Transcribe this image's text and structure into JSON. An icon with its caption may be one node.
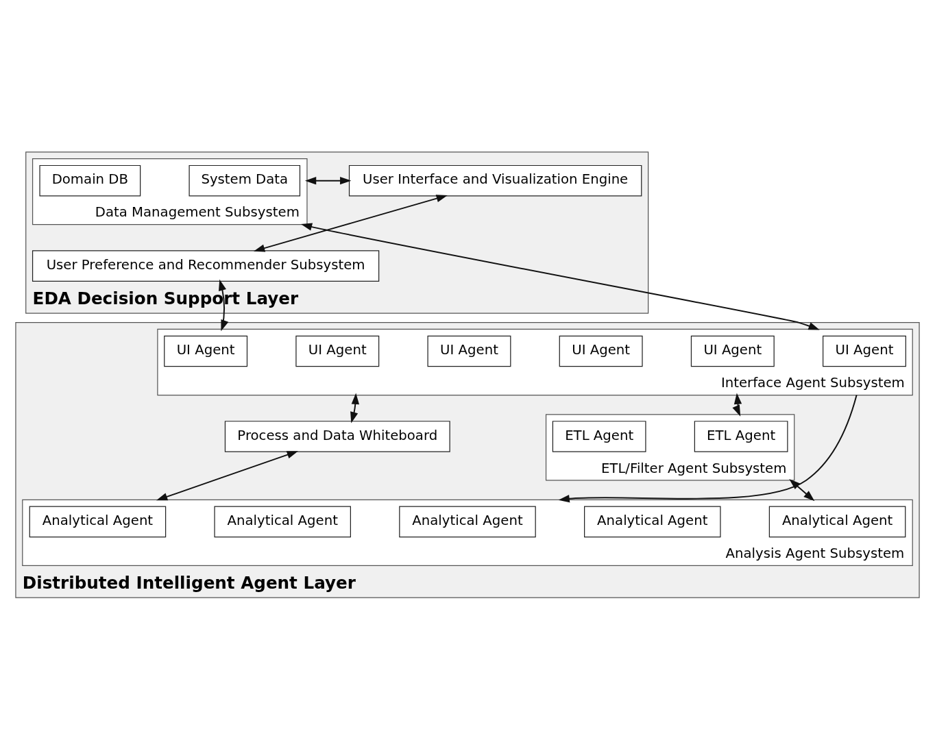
{
  "diagram": {
    "nodes": [
      {
        "text": [
          "EDA Decision Support Layer"
        ]
      },
      {
        "text": [
          "User Interface and Visualization Engine"
        ],
        "in": 0
      },
      {
        "text": [
          "Data Management Subsystem"
        ],
        "in": 0
      },
      {
        "text": [
          "Domain DB"
        ],
        "in": 2
      },
      {
        "text": [
          "System Data"
        ],
        "in": 2
      },
      {
        "text": [
          "User Preference and Recommender Subsystem"
        ],
        "in": 0
      },
      {
        "text": [
          "Distributed Intelligent Agent Layer"
        ]
      },
      {
        "text": [
          "Interface Agent Subsystem"
        ],
        "in": 6
      },
      {
        "text": [
          "UI Agent"
        ],
        "in": 7
      },
      {
        "text": [
          "UI Agent"
        ],
        "in": 7
      },
      {
        "text": [
          "UI Agent"
        ],
        "in": 7
      },
      {
        "text": [
          "UI Agent"
        ],
        "in": 7
      },
      {
        "text": [
          "UI Agent"
        ],
        "in": 7
      },
      {
        "text": [
          "UI Agent"
        ],
        "in": 7
      },
      {
        "text": [
          "Process and Data Whiteboard"
        ],
        "in": 6
      },
      {
        "text": [
          "ETL/Filter Agent Subsystem"
        ],
        "in": 6
      },
      {
        "text": [
          "ETL Agent"
        ],
        "in": 15
      },
      {
        "text": [
          "ETL Agent"
        ],
        "in": 15
      },
      {
        "text": [
          "Analysis Agent Subsystem"
        ],
        "in": 6
      },
      {
        "text": [
          "Analytical Agent"
        ],
        "in": 18
      },
      {
        "text": [
          "Analytical Agent"
        ],
        "in": 18
      },
      {
        "text": [
          "Analytical Agent"
        ],
        "in": 18
      },
      {
        "text": [
          "Analytical Agent"
        ],
        "in": 18
      },
      {
        "text": [
          "Analytical Agent"
        ],
        "in": 18
      }
    ],
    "edges": [
      {
        "from": 1,
        "to": 2,
        "arrow": "both"
      },
      {
        "from": 1,
        "to": 5,
        "arrow": "both"
      },
      {
        "from": 5,
        "to": 7,
        "arrow": "both"
      },
      {
        "from": 2,
        "to": 7,
        "arrow": "both"
      },
      {
        "from": 7,
        "to": 18,
        "arrow": "to"
      },
      {
        "from": 14,
        "to": 7,
        "arrow": "both"
      },
      {
        "from": 14,
        "to": 18,
        "arrow": "both"
      },
      {
        "from": 7,
        "to": 15,
        "arrow": "both"
      },
      {
        "from": 15,
        "to": 18,
        "arrow": "both"
      }
    ]
  }
}
